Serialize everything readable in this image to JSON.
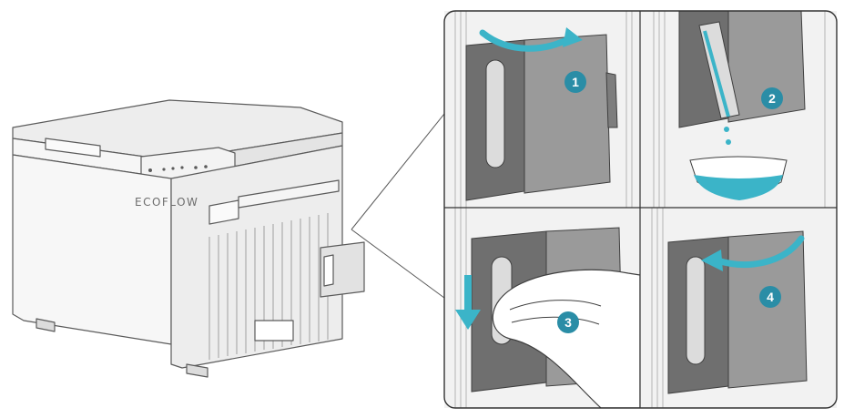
{
  "product": {
    "brand_logo": "ECOFLOW",
    "illustration": "portable-refrigerator"
  },
  "steps": [
    {
      "number": "1",
      "action_icon": "curved-arrow-open-icon"
    },
    {
      "number": "2",
      "action_icon": "pour-water-icon"
    },
    {
      "number": "3",
      "action_icon": "arrow-down-icon"
    },
    {
      "number": "4",
      "action_icon": "curved-arrow-close-icon"
    }
  ],
  "colors": {
    "accent": "#3bb4c8",
    "step_badge": "#2a8da6",
    "panel_border": "#333333",
    "line_art": "#5b5b5b",
    "door_fill": "#9a9a9a",
    "interior_fill": "#6f6f6f"
  }
}
